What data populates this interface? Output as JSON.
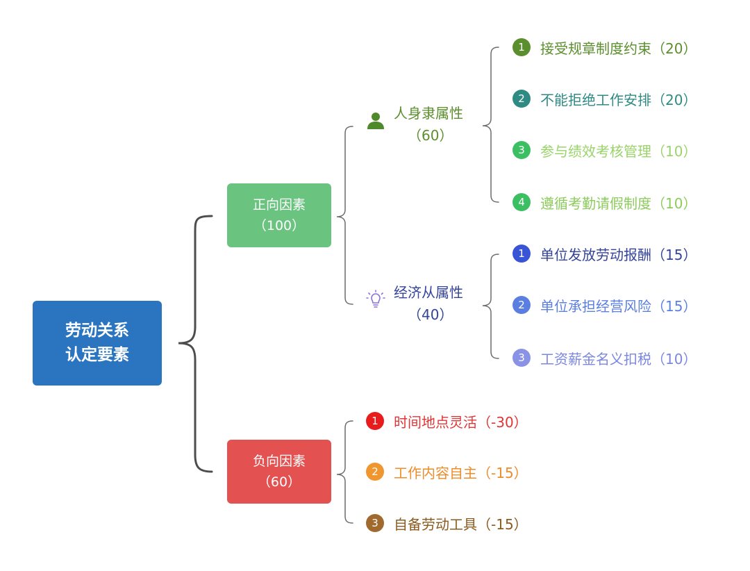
{
  "root": {
    "line1": "劳动关系",
    "line2": "认定要素",
    "color": "#2b74c0"
  },
  "positive": {
    "title": "正向因素",
    "score": "（100）",
    "color": "#6ac47f",
    "groups": [
      {
        "title": "人身隶属性",
        "score": "（60）",
        "icon": "person-icon",
        "color": "#5b8e2d",
        "items": [
          {
            "num": "1",
            "text": "接受规章制度约束（20）",
            "color": "#5b8e2d"
          },
          {
            "num": "2",
            "text": "不能拒绝工作安排（20）",
            "color": "#2f8a84"
          },
          {
            "num": "3",
            "text": "参与绩效考核管理（10）",
            "color": "#9ad36a",
            "badge": "#3cbf63"
          },
          {
            "num": "4",
            "text": "遵循考勤请假制度（10）",
            "color": "#8ccb5c",
            "badge": "#3cbf63"
          }
        ]
      },
      {
        "title": "经济从属性",
        "score": "（40）",
        "icon": "lightbulb-icon",
        "color": "#34449a",
        "items": [
          {
            "num": "1",
            "text": "单位发放劳动报酬（15）",
            "color": "#34449a",
            "badge": "#3a54d6"
          },
          {
            "num": "2",
            "text": "单位承担经营风险（15）",
            "color": "#5b7fe0",
            "badge": "#5b7fe0"
          },
          {
            "num": "3",
            "text": "工资薪金名义扣税（10）",
            "color": "#7b86e0",
            "badge": "#8a92e6"
          }
        ]
      }
    ]
  },
  "negative": {
    "title": "负向因素",
    "score": "（60）",
    "color": "#e45151",
    "items": [
      {
        "num": "1",
        "text": "时间地点灵活（-30）",
        "color": "#e03535",
        "badge": "#e81c1c"
      },
      {
        "num": "2",
        "text": "工作内容自主（-15）",
        "color": "#ef8c2a",
        "badge": "#f0962e"
      },
      {
        "num": "3",
        "text": "自备劳动工具（-15）",
        "color": "#8a5a1e",
        "badge": "#a06a2e"
      }
    ]
  }
}
